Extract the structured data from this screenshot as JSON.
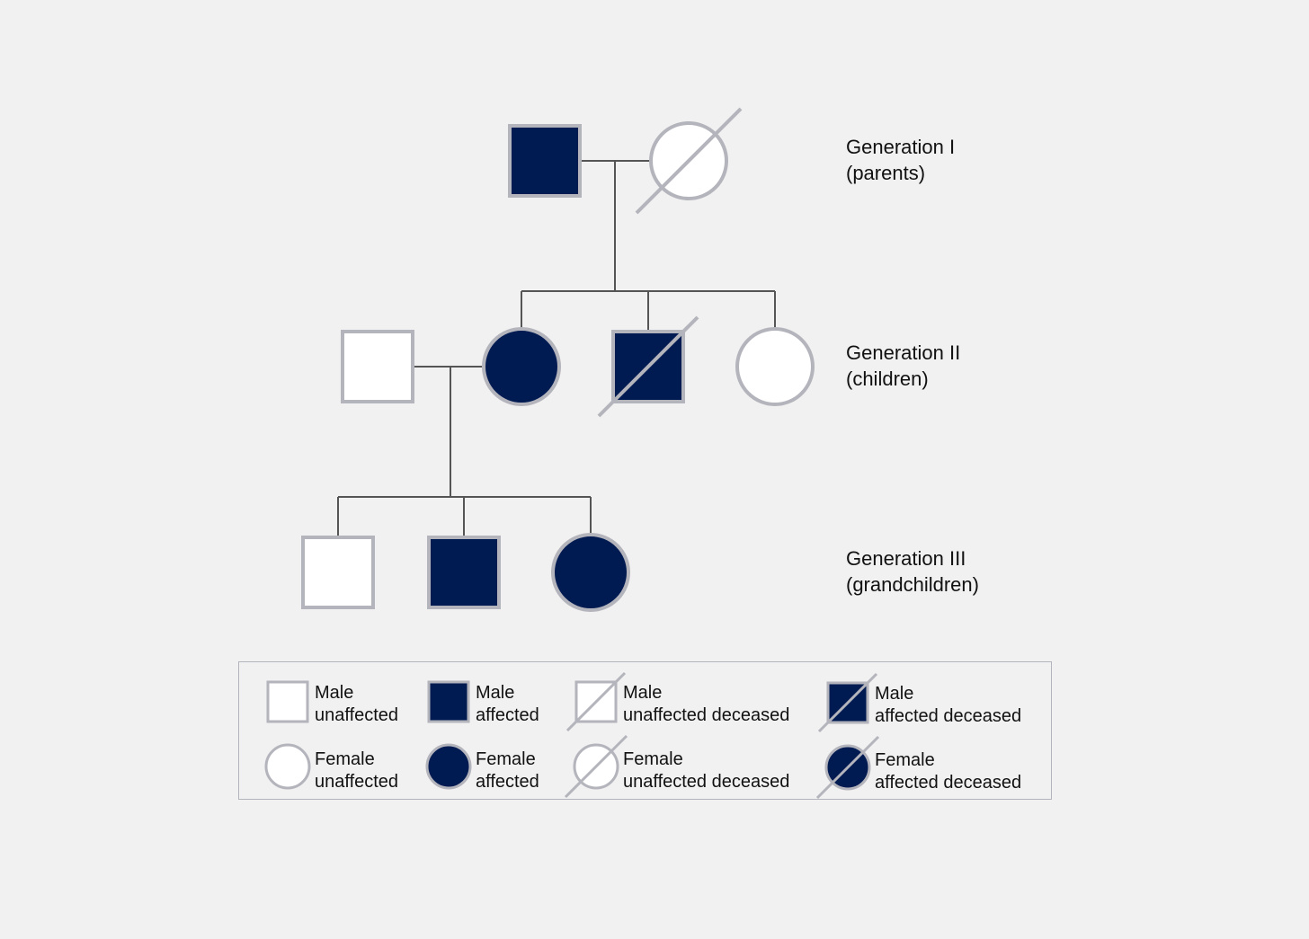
{
  "colors": {
    "affected": "#001a52",
    "unaffected": "#ffffff",
    "outline": "#b4b4bc",
    "line": "#555555"
  },
  "generations": [
    {
      "title": "Generation I",
      "subtitle": "(parents)"
    },
    {
      "title": "Generation II",
      "subtitle": "(children)"
    },
    {
      "title": "Generation III",
      "subtitle": "(grandchildren)"
    }
  ],
  "individuals": [
    {
      "generation": "I",
      "sex": "male",
      "affected": true,
      "deceased": false
    },
    {
      "generation": "I",
      "sex": "female",
      "affected": false,
      "deceased": true
    },
    {
      "generation": "II",
      "sex": "male",
      "affected": false,
      "deceased": false,
      "married_in": true
    },
    {
      "generation": "II",
      "sex": "female",
      "affected": true,
      "deceased": false
    },
    {
      "generation": "II",
      "sex": "male",
      "affected": true,
      "deceased": true
    },
    {
      "generation": "II",
      "sex": "female",
      "affected": false,
      "deceased": false
    },
    {
      "generation": "III",
      "sex": "male",
      "affected": false,
      "deceased": false
    },
    {
      "generation": "III",
      "sex": "male",
      "affected": true,
      "deceased": false
    },
    {
      "generation": "III",
      "sex": "female",
      "affected": true,
      "deceased": false
    }
  ],
  "legend": [
    {
      "sex": "male",
      "affected": false,
      "deceased": false,
      "line1": "Male",
      "line2": "unaffected"
    },
    {
      "sex": "male",
      "affected": true,
      "deceased": false,
      "line1": "Male",
      "line2": "affected"
    },
    {
      "sex": "male",
      "affected": false,
      "deceased": true,
      "line1": "Male",
      "line2": "unaffected deceased"
    },
    {
      "sex": "male",
      "affected": true,
      "deceased": true,
      "line1": "Male",
      "line2": "affected deceased"
    },
    {
      "sex": "female",
      "affected": false,
      "deceased": false,
      "line1": "Female",
      "line2": "unaffected"
    },
    {
      "sex": "female",
      "affected": true,
      "deceased": false,
      "line1": "Female",
      "line2": "affected"
    },
    {
      "sex": "female",
      "affected": false,
      "deceased": true,
      "line1": "Female",
      "line2": "unaffected deceased"
    },
    {
      "sex": "female",
      "affected": true,
      "deceased": true,
      "line1": "Female",
      "line2": "affected deceased"
    }
  ]
}
